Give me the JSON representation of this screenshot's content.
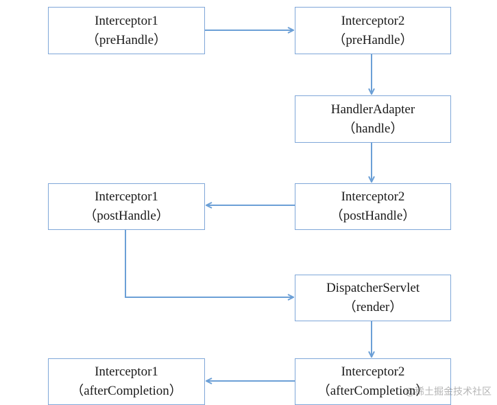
{
  "colors": {
    "border": "#7ea6d8",
    "arrow": "#6b9fd6",
    "text": "#1a1a1a"
  },
  "nodes": {
    "int1_pre": {
      "title": "Interceptor1",
      "method": "（preHandle）"
    },
    "int2_pre": {
      "title": "Interceptor2",
      "method": "（preHandle）"
    },
    "adapter": {
      "title": "HandlerAdapter",
      "method": "（handle）"
    },
    "int2_post": {
      "title": "Interceptor2",
      "method": "（postHandle）"
    },
    "int1_post": {
      "title": "Interceptor1",
      "method": "（postHandle）"
    },
    "dispatcher": {
      "title": "DispatcherServlet",
      "method": "（render）"
    },
    "int2_after": {
      "title": "Interceptor2",
      "method": "（afterCompletion）"
    },
    "int1_after": {
      "title": "Interceptor1",
      "method": "（afterCompletion）"
    }
  },
  "edges": [
    {
      "from": "int1_pre",
      "to": "int2_pre"
    },
    {
      "from": "int2_pre",
      "to": "adapter"
    },
    {
      "from": "adapter",
      "to": "int2_post"
    },
    {
      "from": "int2_post",
      "to": "int1_post"
    },
    {
      "from": "int1_post",
      "to": "dispatcher"
    },
    {
      "from": "dispatcher",
      "to": "int2_after"
    },
    {
      "from": "int2_after",
      "to": "int1_after"
    }
  ],
  "watermark": "@稀土掘金技术社区"
}
